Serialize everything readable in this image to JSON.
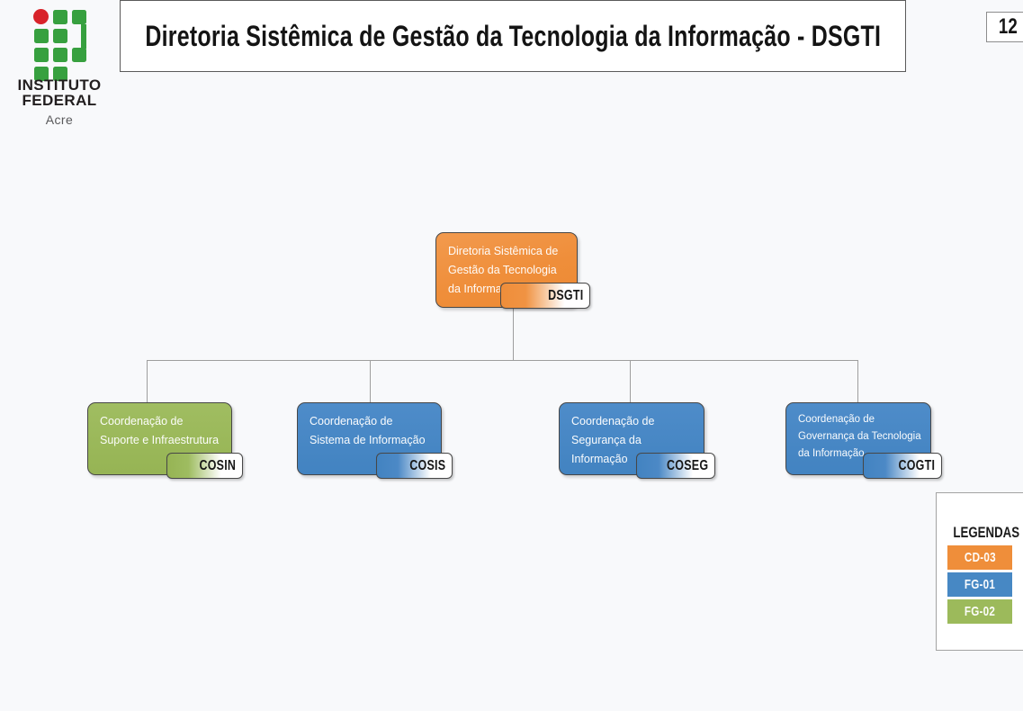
{
  "header": {
    "title": "Diretoria Sistêmica de Gestão da Tecnologia da Informação - DSGTI",
    "page_number": "12"
  },
  "logo": {
    "icon": "instituto-federal-if-logo",
    "line1": "INSTITUTO",
    "line2": "FEDERAL",
    "line3": "Acre",
    "colors": {
      "green": "#37A03F",
      "red": "#D8232A"
    }
  },
  "org_chart": {
    "root": {
      "lines": [
        "Diretoria Sistêmica de",
        "Gestão da Tecnologia",
        "da Informação"
      ],
      "acronym": "DSGTI",
      "color": "#EF8E3A"
    },
    "children": [
      {
        "lines": [
          "Coordenação de",
          "Suporte e Infraestrutura"
        ],
        "acronym": "COSIN",
        "color": "#9CBA5B"
      },
      {
        "lines": [
          "Coordenação de",
          "Sistema de Informação"
        ],
        "acronym": "COSIS",
        "color": "#4788C4"
      },
      {
        "lines": [
          "Coordenação de",
          "Segurança da Informação"
        ],
        "acronym": "COSEG",
        "color": "#4788C4"
      },
      {
        "lines": [
          "Coordenação de",
          "Governança da Tecnologia",
          "da Informação"
        ],
        "acronym": "COGTI",
        "color": "#4788C4"
      }
    ]
  },
  "legend": {
    "title": "LEGENDAS",
    "items": [
      {
        "label": "CD-03",
        "color": "#EF8E3A"
      },
      {
        "label": "FG-01",
        "color": "#4788C4"
      },
      {
        "label": "FG-02",
        "color": "#9CBA5B"
      }
    ]
  }
}
